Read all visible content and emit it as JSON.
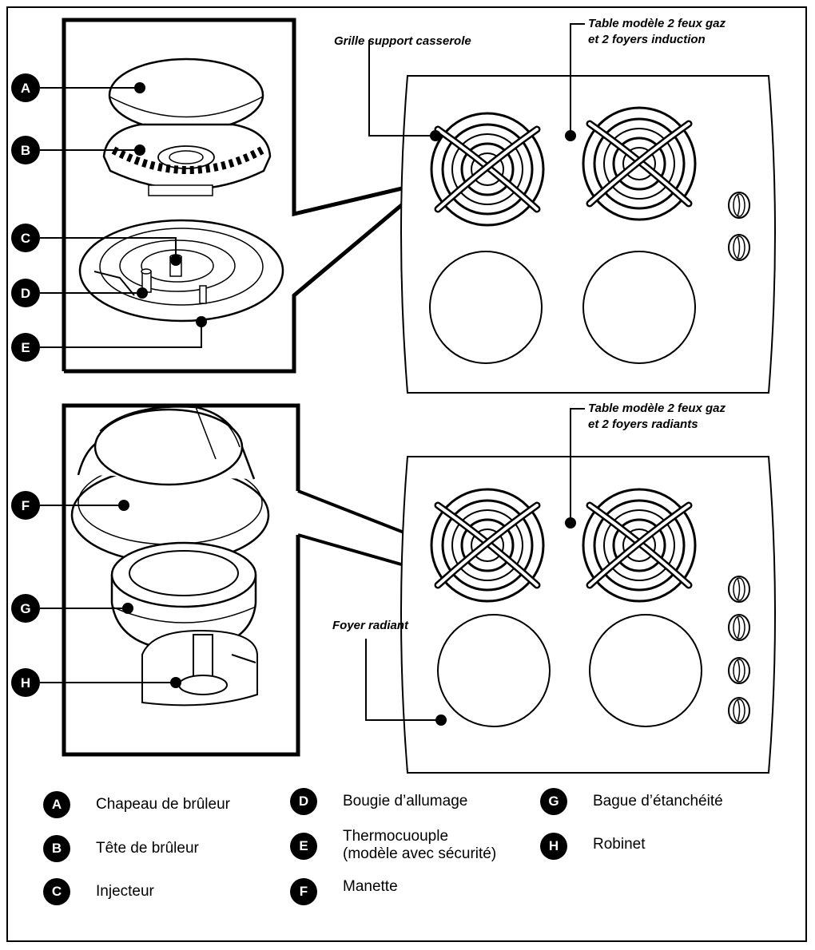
{
  "callouts": {
    "grille": "Grille support casserole",
    "induction_line1": "Table modèle 2 feux gaz",
    "induction_line2": "et 2 foyers induction",
    "radiant_table_line1": "Table modèle 2 feux gaz",
    "radiant_table_line2": "et 2 foyers radiants",
    "foyer_radiant": "Foyer radiant"
  },
  "markers": [
    "A",
    "B",
    "C",
    "D",
    "E",
    "F",
    "G",
    "H"
  ],
  "legend": {
    "A": {
      "badge": "A",
      "line1": "Chapeau de brûleur"
    },
    "B": {
      "badge": "B",
      "line1": "Tête de brûleur"
    },
    "C": {
      "badge": "C",
      "line1": "Injecteur"
    },
    "D": {
      "badge": "D",
      "line1": "Bougie d’allumage"
    },
    "E": {
      "badge": "E",
      "line1": "Thermocuouple",
      "line2": "(modèle avec sécurité)"
    },
    "F": {
      "badge": "F",
      "line1": "Manette"
    },
    "G": {
      "badge": "G",
      "line1": "Bague d’étanchéité"
    },
    "H": {
      "badge": "H",
      "line1": "Robinet"
    }
  }
}
